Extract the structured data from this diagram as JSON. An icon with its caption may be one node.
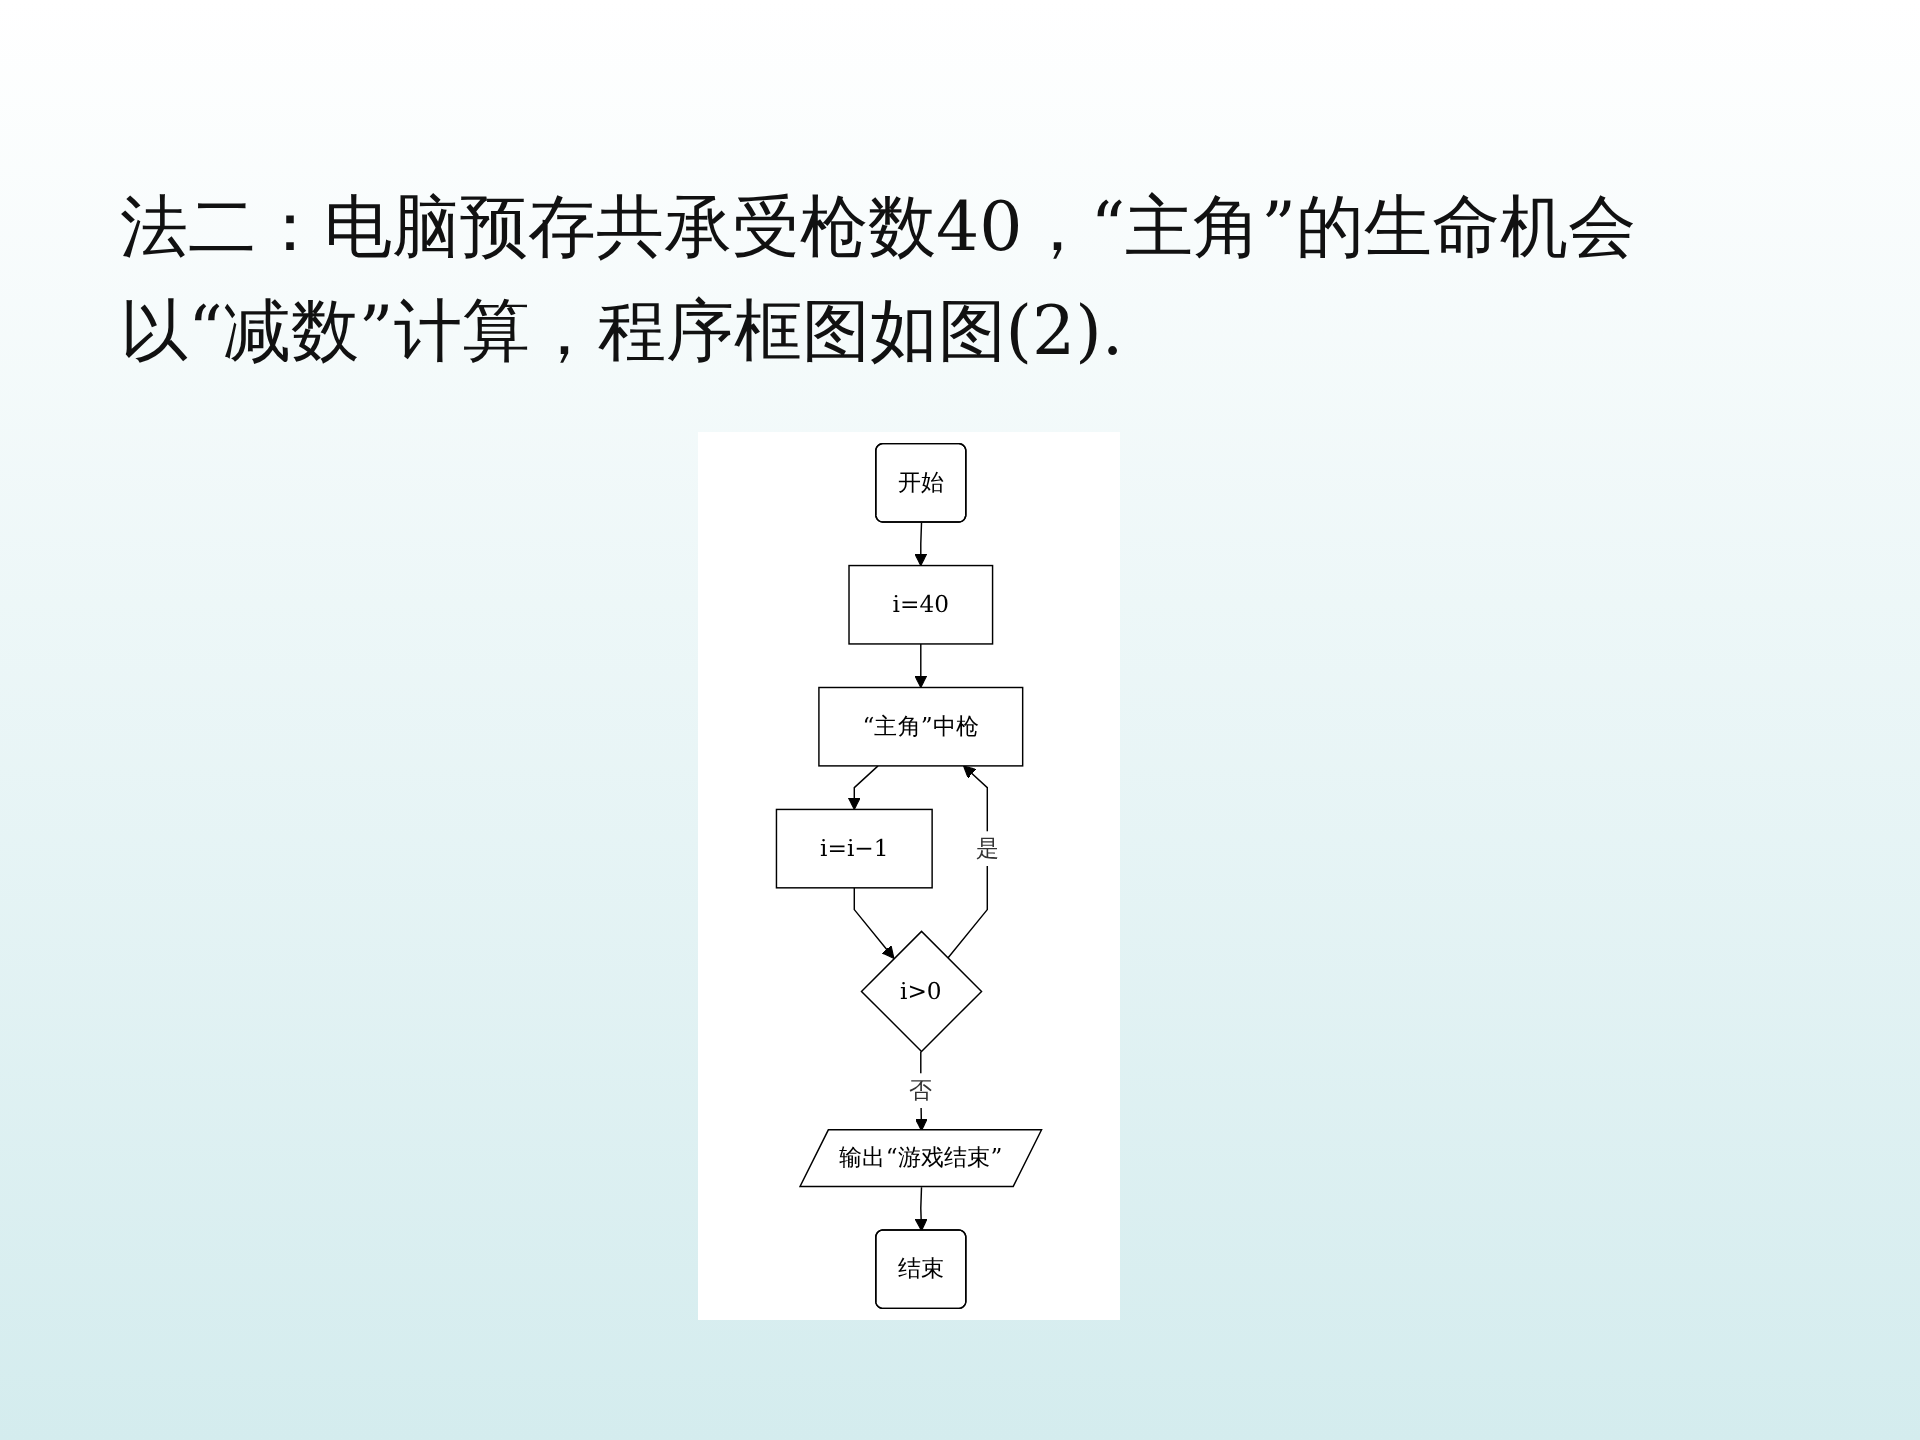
{
  "diagram": {
    "nodes": [
      {
        "text": [
          "开始"
        ]
      },
      {
        "text": [
          "i=40"
        ]
      },
      {
        "text": [
          "“主角”中枪"
        ]
      },
      {
        "text": [
          "i=i−1"
        ]
      },
      {
        "text": [
          "i>0"
        ]
      },
      {
        "text": [
          "输出“游戏结束”"
        ]
      },
      {
        "text": [
          "结束"
        ]
      }
    ],
    "edges": [
      {
        "from": 0,
        "to": 1,
        "arrow": "to"
      },
      {
        "from": 1,
        "to": 2,
        "arrow": "to"
      },
      {
        "from": 2,
        "to": 3,
        "arrow": "to"
      },
      {
        "from": 3,
        "to": 4,
        "arrow": "to"
      },
      {
        "from": 4,
        "to": 2,
        "arrow": "to",
        "label": "是"
      },
      {
        "from": 4,
        "to": 5,
        "arrow": "to",
        "label": "否"
      },
      {
        "from": 5,
        "to": 6,
        "arrow": "to"
      }
    ],
    "labels": [
      "法二：电脑预存共承受枪数40，“主角”的生命机会以“减数”计算，程序框图如图(2)."
    ]
  }
}
